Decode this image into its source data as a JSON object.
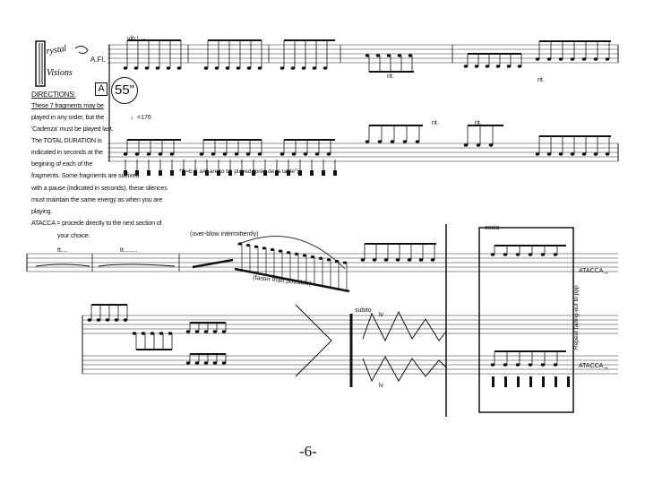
{
  "header": {
    "logo_text": "Krystal Visions",
    "instrument": "A.Fl.",
    "vib_marking": "vib.! →",
    "section_letter": "A",
    "duration": "55\"",
    "tempo": "♩=176"
  },
  "directions": {
    "title": "DIRECTIONS:",
    "lines": [
      "These 7 fragments may be",
      "played in any order, but the",
      "'Cadenza' must be played last.",
      "The TOTAL DURATION is",
      "indicated in seconds at the",
      "begining of each of the",
      "fragments. Some fragments are suffixed",
      "with a pause (indicated in seconds), these silences",
      "must maintain the same energy as when you are",
      "playing.",
      "ATACCA = procede directly to the next section of",
      "your choice."
    ]
  },
  "annotations": {
    "table_note": "*\"♮=b & a#\" are to be played \"près de la table\")",
    "rit": "rit.",
    "overblow": "(over-blow intermittently)",
    "faster": "(faster than possible)",
    "ossia": "ossia",
    "flutter_1": "tt....",
    "flutter_2": "tt........",
    "subito": "subito",
    "lv": "lv",
    "repeat": "Repeat fading-out to ppp",
    "atacca": "ATACCA"
  },
  "footer": {
    "page_number": "-6-"
  }
}
